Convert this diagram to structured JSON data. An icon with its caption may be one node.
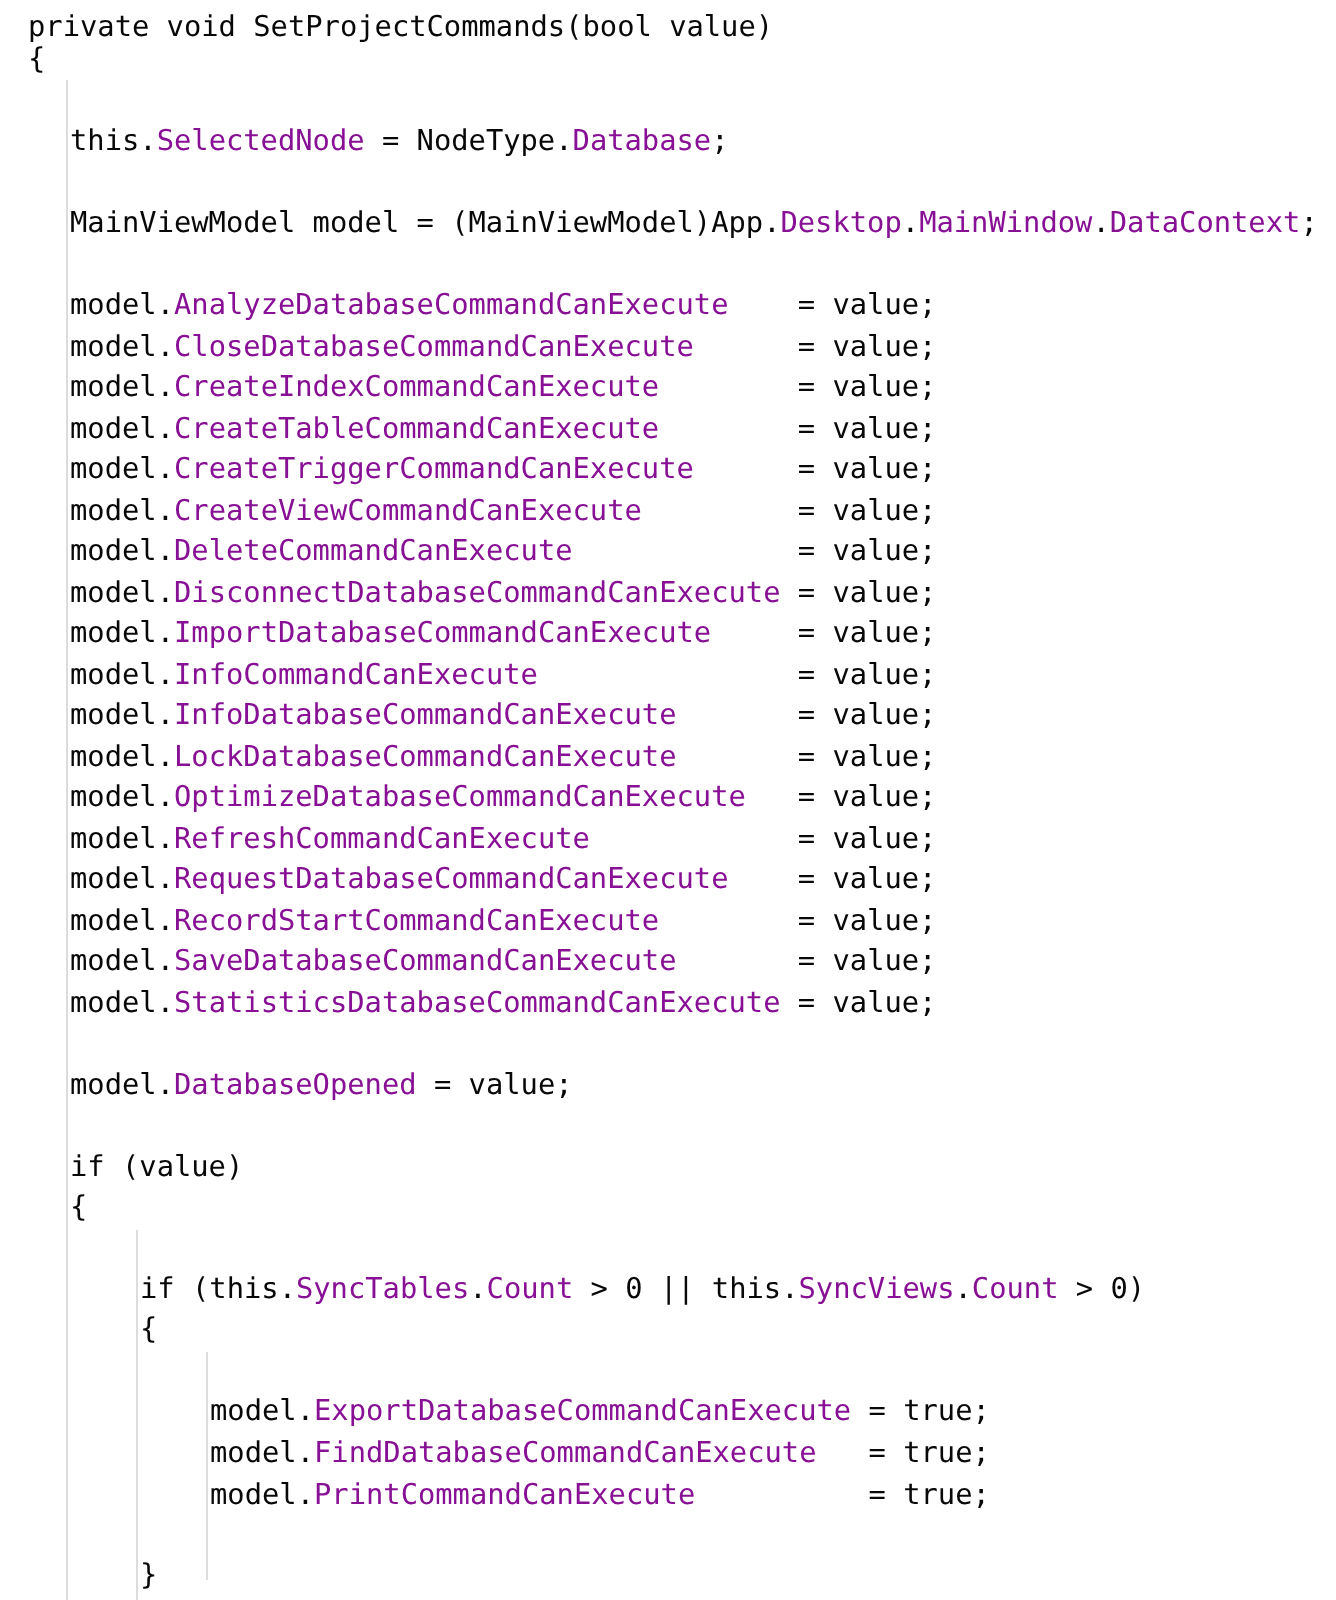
{
  "diagram": {
    "labels": [
      "private void SetProjectCommands(bool value)",
      "{",
      "this.SelectedNode = NodeType.Database;",
      "MainViewModel model = (MainViewModel)App.Desktop.MainWindow.DataContext;",
      "model.AnalyzeDatabaseCommandCanExecute    = value;",
      "model.CloseDatabaseCommandCanExecute      = value;",
      "model.CreateIndexCommandCanExecute        = value;",
      "model.CreateTableCommandCanExecute        = value;",
      "model.CreateTriggerCommandCanExecute      = value;",
      "model.CreateViewCommandCanExecute         = value;",
      "model.DeleteCommandCanExecute             = value;",
      "model.DisconnectDatabaseCommandCanExecute = value;",
      "model.ImportDatabaseCommandCanExecute     = value;",
      "model.InfoCommandCanExecute               = value;",
      "model.InfoDatabaseCommandCanExecute       = value;",
      "model.LockDatabaseCommandCanExecute       = value;",
      "model.OptimizeDatabaseCommandCanExecute   = value;",
      "model.RefreshCommandCanExecute            = value;",
      "model.RequestDatabaseCommandCanExecute    = value;",
      "model.RecordStartCommandCanExecute        = value;",
      "model.SaveDatabaseCommandCanExecute       = value;",
      "model.StatisticsDatabaseCommandCanExecute = value;",
      "model.DatabaseOpened = value;",
      "if (value)",
      "{",
      "if (this.SyncTables.Count > 0 || this.SyncViews.Count > 0)",
      "{",
      "model.ExportDatabaseCommandCanExecute = true;",
      "model.FindDatabaseCommandCanExecute   = true;",
      "model.PrintCommandCanExecute          = true;",
      "}"
    ]
  }
}
